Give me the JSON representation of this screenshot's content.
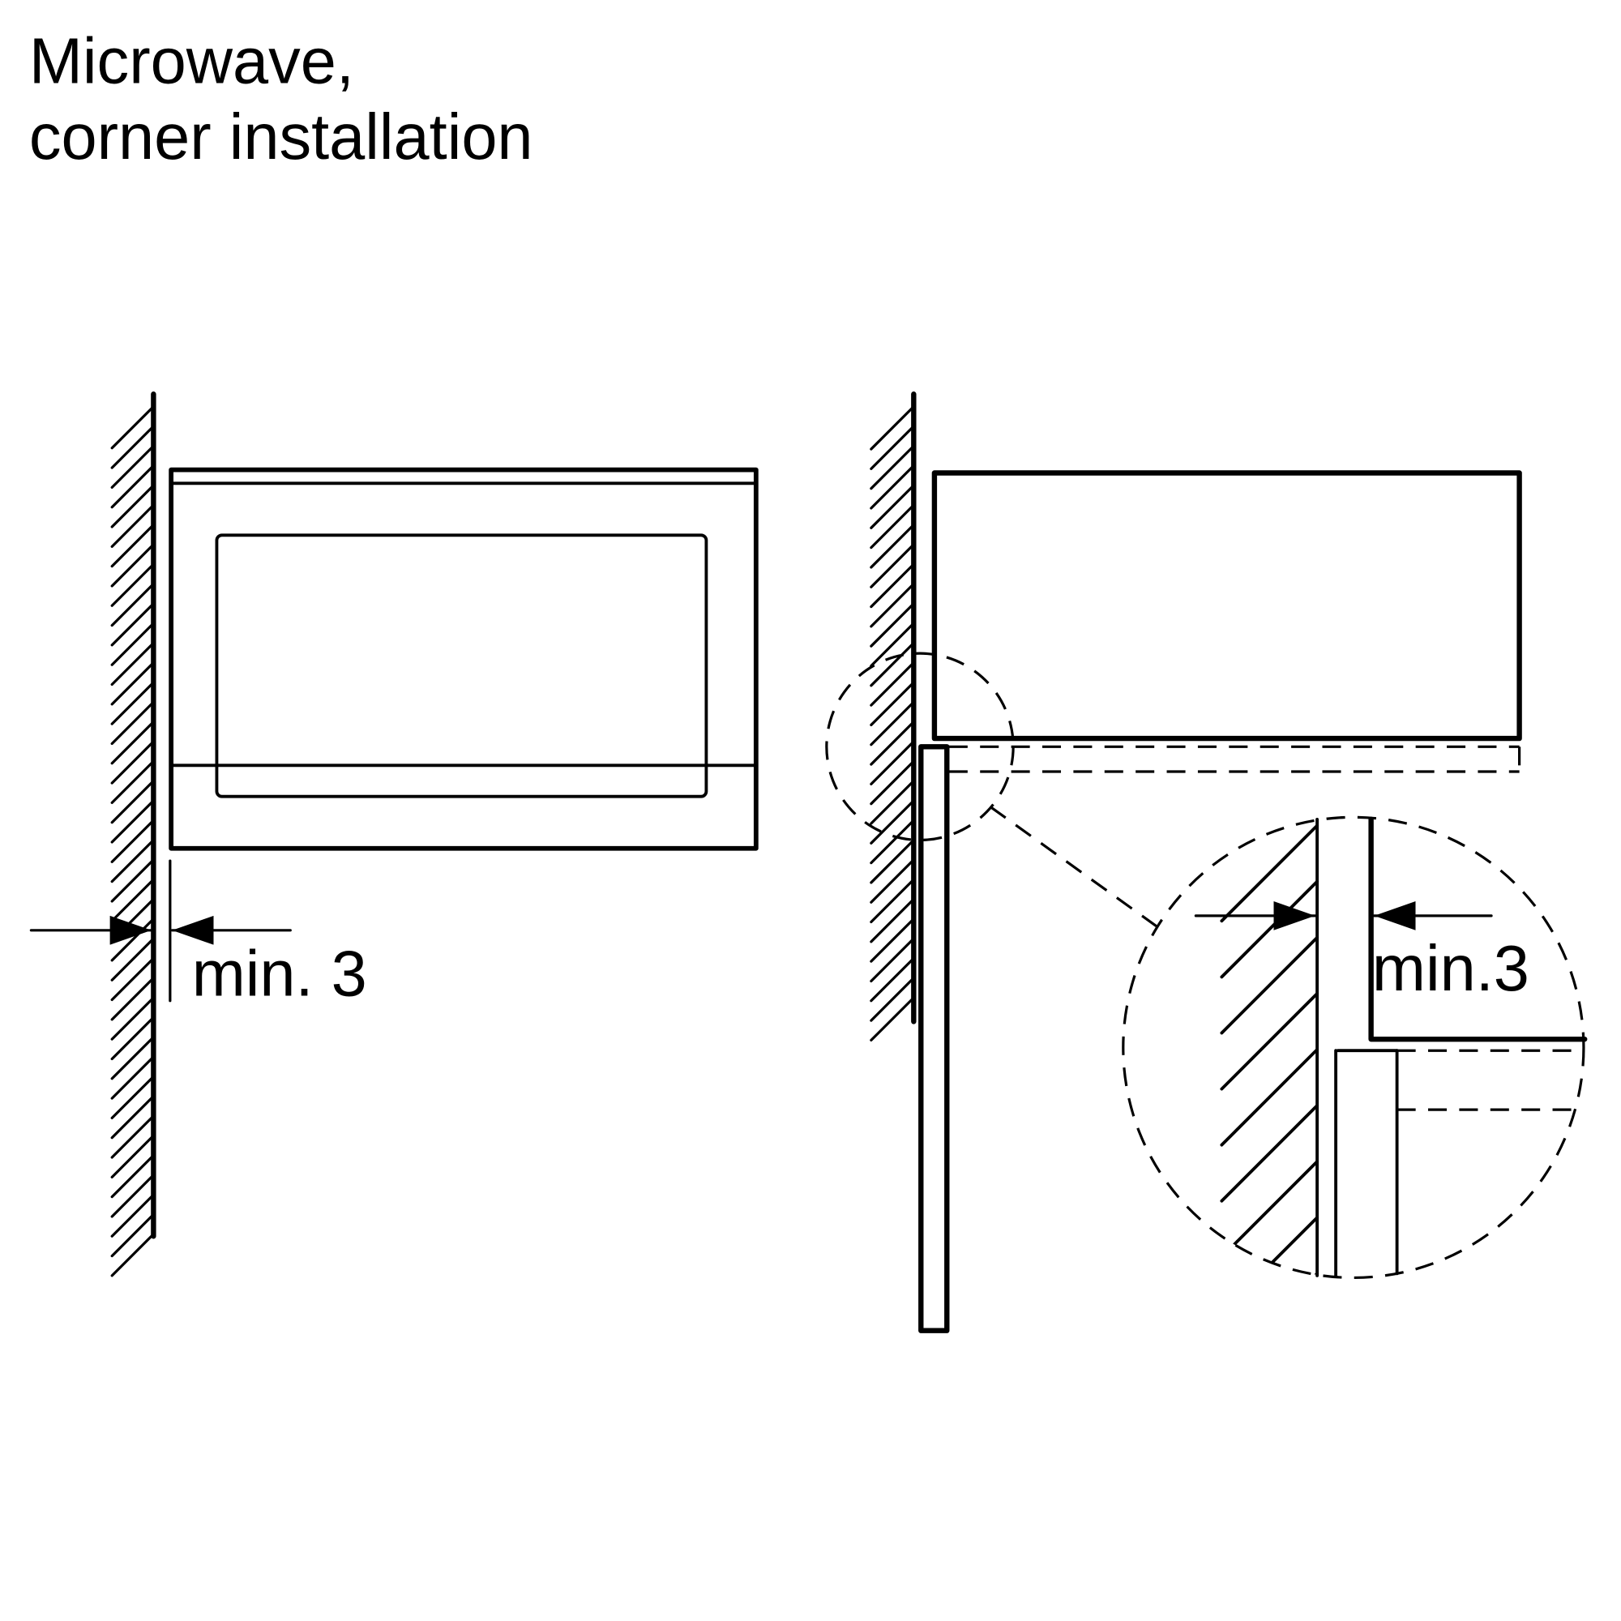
{
  "title": {
    "line1": "Microwave,",
    "line2": "corner installation"
  },
  "front_view": {
    "dimension_label": "min. 3"
  },
  "side_view": {
    "detail_dimension_label": "min.3"
  },
  "colors": {
    "ink": "#000000",
    "background": "#ffffff"
  }
}
